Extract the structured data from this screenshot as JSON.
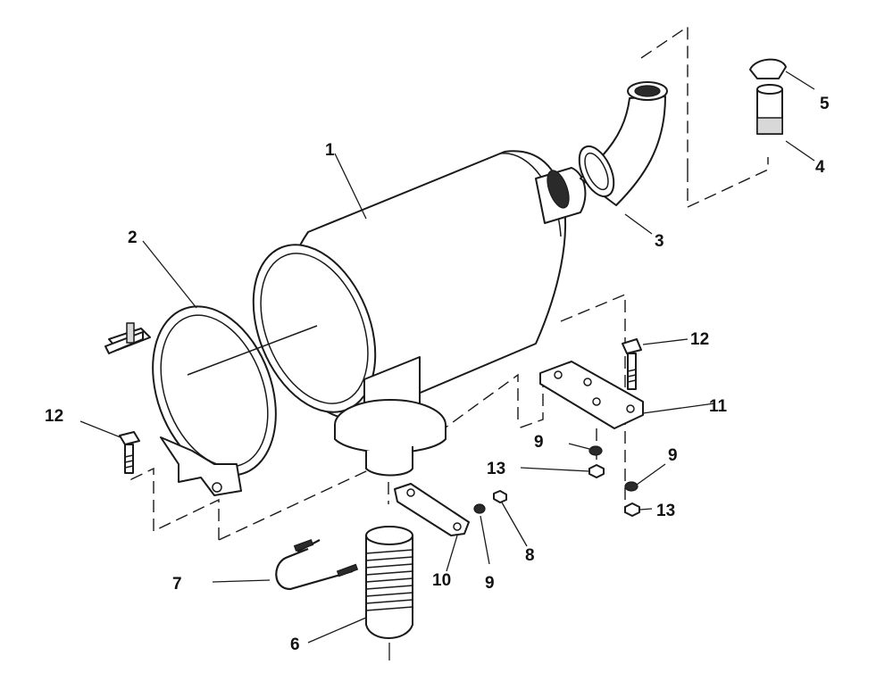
{
  "callouts": {
    "c1": "1",
    "c2": "2",
    "c3": "3",
    "c4": "4",
    "c5": "5",
    "c6": "6",
    "c7": "7",
    "c8": "8",
    "c9a": "9",
    "c9b": "9",
    "c9c": "9",
    "c10": "10",
    "c11": "11",
    "c12a": "12",
    "c12b": "12",
    "c13a": "13",
    "c13b": "13"
  }
}
